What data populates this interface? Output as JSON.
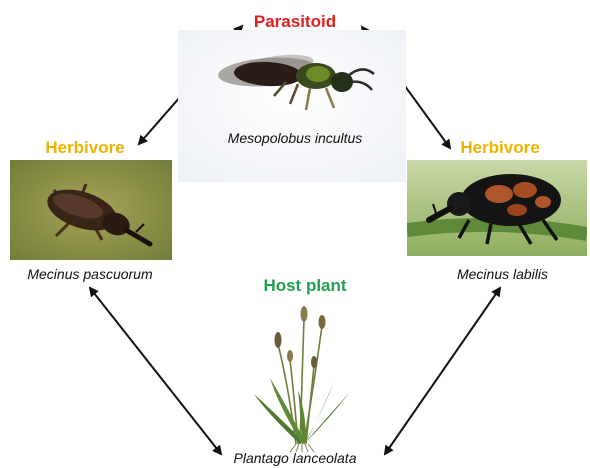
{
  "parasitoid": {
    "role_label": "Parasitoid",
    "species": "Mesopolobus incultus",
    "role_color": "#e02020",
    "photo_icon": "parasitoid-wasp-icon"
  },
  "herbivore_left": {
    "role_label": "Herbivore",
    "species": "Mecinus pascuorum",
    "role_color": "#f0b400",
    "photo_icon": "weevil-icon"
  },
  "herbivore_right": {
    "role_label": "Herbivore",
    "species": "Mecinus labilis",
    "role_color": "#f0b400",
    "photo_icon": "weevil-icon"
  },
  "host_plant": {
    "role_label": "Host plant",
    "species": "Plantago lanceolata",
    "role_color": "#22a050",
    "photo_icon": "plantain-plant-icon"
  },
  "links": [
    {
      "from": "parasitoid",
      "to": "herbivore_left",
      "style": "double-arrow"
    },
    {
      "from": "parasitoid",
      "to": "herbivore_right",
      "style": "double-arrow"
    },
    {
      "from": "herbivore_left",
      "to": "host_plant",
      "style": "double-arrow"
    },
    {
      "from": "herbivore_right",
      "to": "host_plant",
      "style": "double-arrow"
    }
  ]
}
